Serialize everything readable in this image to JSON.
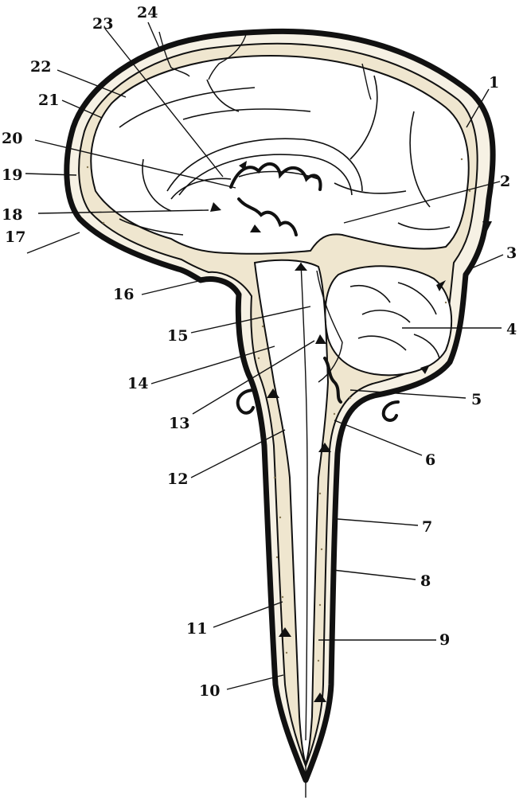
{
  "figure": {
    "labels": [
      {
        "id": "1",
        "text": "1"
      },
      {
        "id": "2",
        "text": "2"
      },
      {
        "id": "3",
        "text": "3"
      },
      {
        "id": "4",
        "text": "4"
      },
      {
        "id": "5",
        "text": "5"
      },
      {
        "id": "6",
        "text": "6"
      },
      {
        "id": "7",
        "text": "7"
      },
      {
        "id": "8",
        "text": "8"
      },
      {
        "id": "9",
        "text": "9"
      },
      {
        "id": "10",
        "text": "10"
      },
      {
        "id": "11",
        "text": "11"
      },
      {
        "id": "12",
        "text": "12"
      },
      {
        "id": "13",
        "text": "13"
      },
      {
        "id": "14",
        "text": "14"
      },
      {
        "id": "15",
        "text": "15"
      },
      {
        "id": "16",
        "text": "16"
      },
      {
        "id": "17",
        "text": "17"
      },
      {
        "id": "18",
        "text": "18"
      },
      {
        "id": "19",
        "text": "19"
      },
      {
        "id": "20",
        "text": "20"
      },
      {
        "id": "21",
        "text": "21"
      },
      {
        "id": "22",
        "text": "22"
      },
      {
        "id": "23",
        "text": "23"
      },
      {
        "id": "24",
        "text": "24"
      }
    ]
  }
}
